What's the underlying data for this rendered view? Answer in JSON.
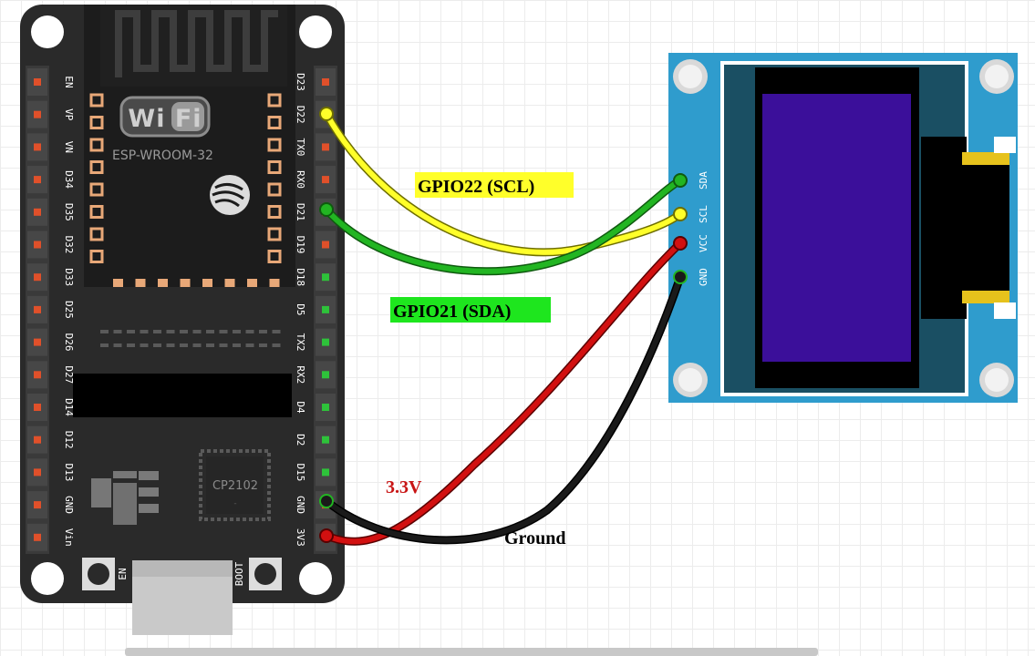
{
  "board": {
    "logo": "Wi Fi",
    "module": "ESP-WROOM-32",
    "usb_chip": "CP2102",
    "button_left": "EN",
    "button_right": "BOOT",
    "left_pins": [
      "EN",
      "VP",
      "VN",
      "D34",
      "D35",
      "D32",
      "D33",
      "D25",
      "D26",
      "D27",
      "D14",
      "D12",
      "D13",
      "GND",
      "Vin"
    ],
    "right_pins": [
      "D23",
      "D22",
      "TX0",
      "RX0",
      "D21",
      "D19",
      "D18",
      "D5",
      "TX2",
      "RX2",
      "D4",
      "D2",
      "D15",
      "GND",
      "3V3"
    ]
  },
  "oled": {
    "pins": [
      "GND",
      "VCC",
      "SCL",
      "SDA"
    ]
  },
  "wires": [
    {
      "id": "scl",
      "label": "GPIO22 (SCL)",
      "color": "#ffff2a",
      "label_bg": "#ffff2a",
      "text_color": "#000000"
    },
    {
      "id": "sda",
      "label": "GPIO21 (SDA)",
      "color": "#22b522",
      "label_bg": "#1ee61e",
      "text_color": "#000000"
    },
    {
      "id": "vcc",
      "label": "3.3V",
      "color": "#d21010",
      "label_bg": "",
      "text_color": "#c81414"
    },
    {
      "id": "gnd",
      "label": "Ground",
      "color": "#1a1a1a",
      "label_bg": "",
      "text_color": "#000000"
    }
  ]
}
